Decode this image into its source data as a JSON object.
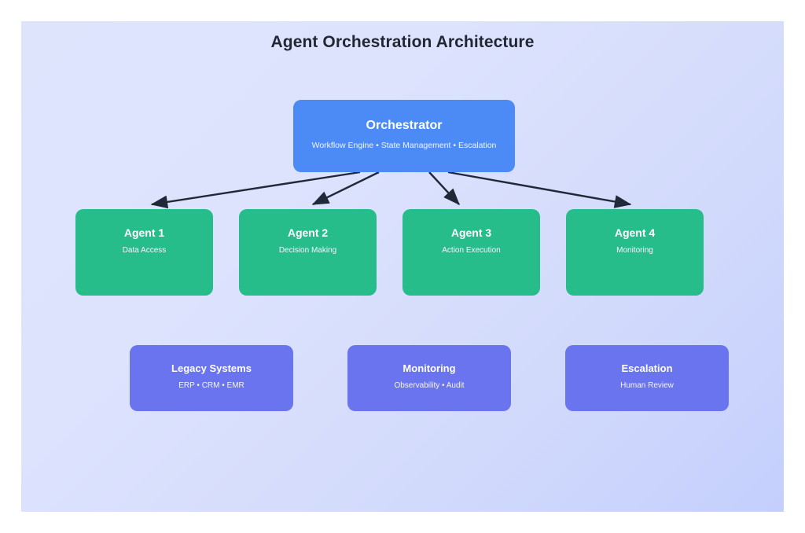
{
  "diagram": {
    "title": "Agent Orchestration Architecture",
    "type": "architecture-flow-diagram",
    "colors": {
      "background_from": "#dfe4fd",
      "background_to": "#c4cffc",
      "orchestrator": "#4c8bf5",
      "agent": "#26bd8b",
      "system": "#6b74ef",
      "connector": "#1f2937",
      "title_text": "#222833",
      "node_text": "#ffffff"
    },
    "orchestrator": {
      "title": "Orchestrator",
      "subtitle": "Workflow Engine • State Management • Escalation"
    },
    "agents": [
      {
        "title": "Agent 1",
        "subtitle": "Data Access"
      },
      {
        "title": "Agent 2",
        "subtitle": "Decision Making"
      },
      {
        "title": "Agent 3",
        "subtitle": "Action Execution"
      },
      {
        "title": "Agent 4",
        "subtitle": "Monitoring"
      }
    ],
    "systems": [
      {
        "title": "Legacy Systems",
        "subtitle": "ERP • CRM • EMR"
      },
      {
        "title": "Monitoring",
        "subtitle": "Observability • Audit"
      },
      {
        "title": "Escalation",
        "subtitle": "Human Review"
      }
    ],
    "connections": [
      {
        "from": "Orchestrator",
        "to": "Agent 1",
        "style": "arrow"
      },
      {
        "from": "Orchestrator",
        "to": "Agent 2",
        "style": "arrow"
      },
      {
        "from": "Orchestrator",
        "to": "Agent 3",
        "style": "arrow"
      },
      {
        "from": "Orchestrator",
        "to": "Agent 4",
        "style": "arrow"
      }
    ]
  }
}
